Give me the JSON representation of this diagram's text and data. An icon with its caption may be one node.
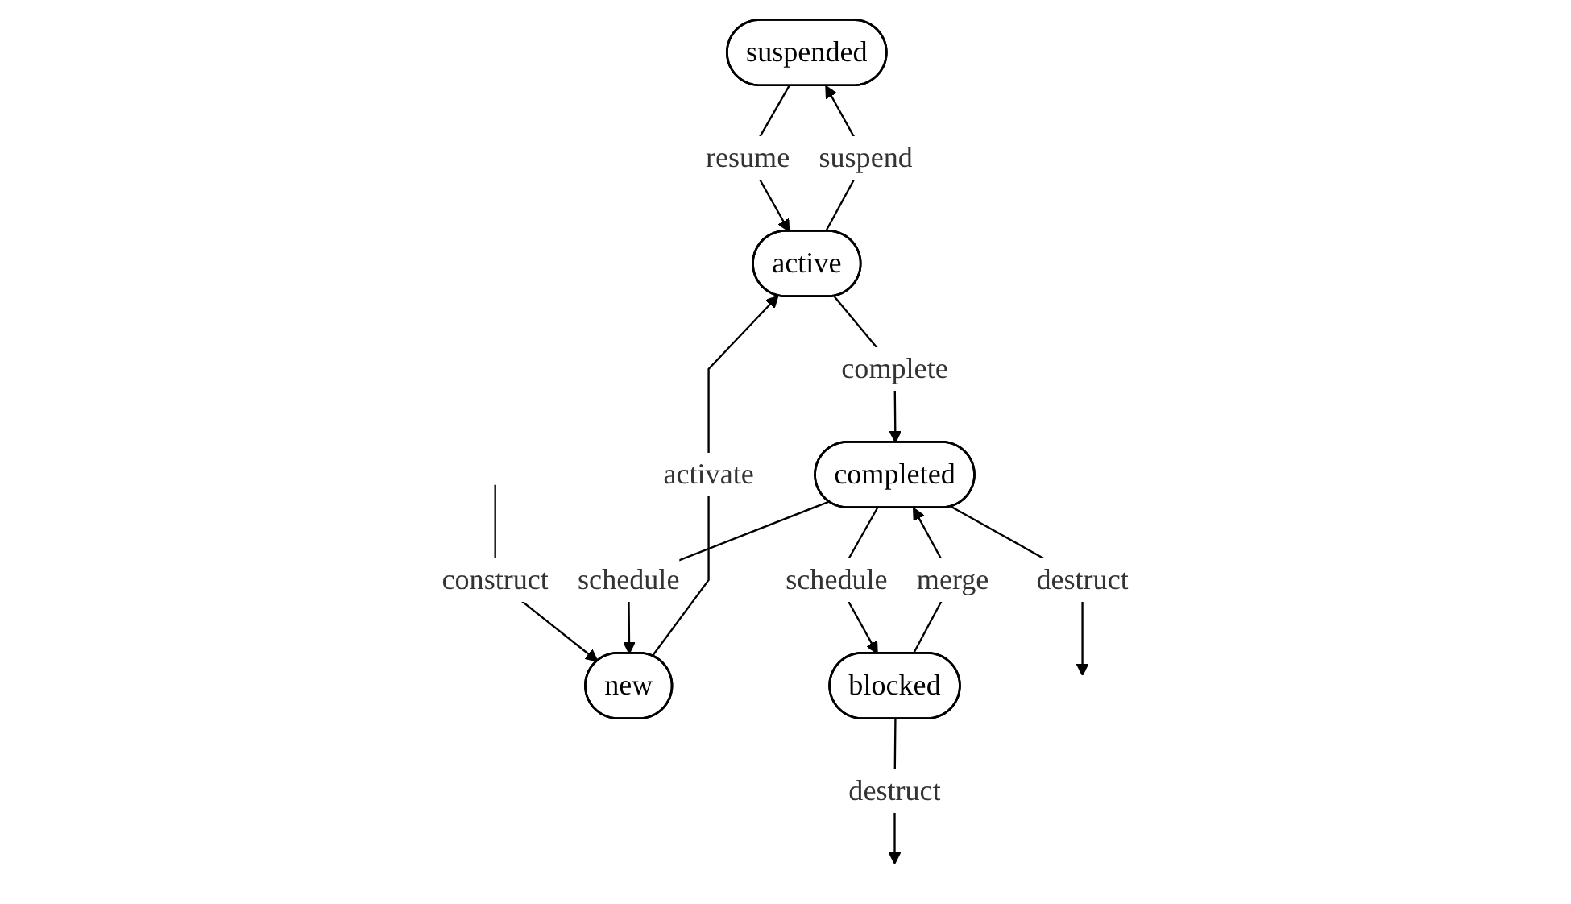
{
  "diagram": {
    "nodes": [
      {
        "text": [
          "suspended"
        ]
      },
      {
        "text": [
          "new"
        ]
      },
      {
        "text": [
          "active"
        ]
      },
      {
        "text": [
          "blocked"
        ]
      },
      {
        "text": [
          "completed"
        ]
      }
    ],
    "edges": [
      {
        "from": null,
        "to": 1,
        "arrow": "to",
        "label": "construct"
      },
      {
        "from": 1,
        "to": 2,
        "arrow": "to",
        "label": "activate"
      },
      {
        "from": 2,
        "to": 0,
        "arrow": "to",
        "label": "suspend"
      },
      {
        "from": 0,
        "to": 2,
        "arrow": "to",
        "label": "resume"
      },
      {
        "from": 2,
        "to": 4,
        "arrow": "to",
        "label": "complete"
      },
      {
        "from": 4,
        "to": 1,
        "arrow": "to",
        "label": "schedule"
      },
      {
        "from": 4,
        "to": 3,
        "arrow": "to",
        "label": "schedule"
      },
      {
        "from": 3,
        "to": 4,
        "arrow": "to",
        "label": "merge"
      },
      {
        "from": 3,
        "to": null,
        "arrow": "to",
        "label": "destruct"
      },
      {
        "from": 4,
        "to": null,
        "arrow": "to",
        "label": "destruct"
      }
    ]
  }
}
